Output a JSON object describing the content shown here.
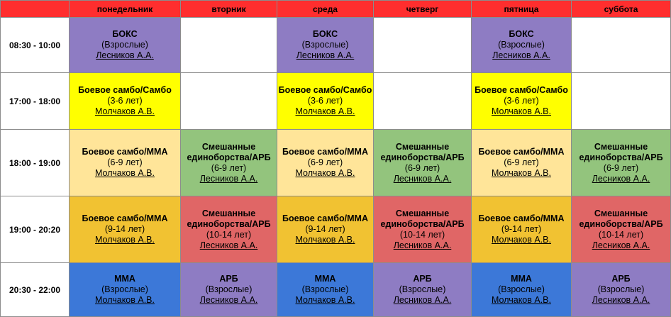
{
  "days": [
    "",
    "понедельник",
    "вторник",
    "среда",
    "четверг",
    "пятница",
    "суббота"
  ],
  "colors": {
    "header": "#ff2e2e",
    "box": "#8e7cc3",
    "sambo": "#ffff00",
    "mma_kids": "#ffe599",
    "mixed": "#93c47d",
    "mma_teen": "#f1c232",
    "mixed_teen": "#e06666",
    "mma_adult": "#3c78d8",
    "arb_adult": "#8e7cc3",
    "empty": "#ffffff"
  },
  "rows": [
    {
      "time": "08:30 - 10:00",
      "cells": [
        {
          "title": "БОКС",
          "age": "(Взрослые)",
          "coach": "Лесников А.А.",
          "color": "#8e7cc3"
        },
        {
          "title": "",
          "age": "",
          "coach": "",
          "color": "#ffffff"
        },
        {
          "title": "БОКС",
          "age": "(Взрослые)",
          "coach": "Лесников А.А.",
          "color": "#8e7cc3"
        },
        {
          "title": "",
          "age": "",
          "coach": "",
          "color": "#ffffff"
        },
        {
          "title": "БОКС",
          "age": "(Взрослые)",
          "coach": "Лесников А.А.",
          "color": "#8e7cc3"
        },
        {
          "title": "",
          "age": "",
          "coach": "",
          "color": "#ffffff"
        }
      ]
    },
    {
      "time": "17:00 - 18:00",
      "cells": [
        {
          "title": "Боевое самбо/Самбо",
          "age": "(3-6 лет)",
          "coach": "Молчаков А.В.",
          "color": "#ffff00"
        },
        {
          "title": "",
          "age": "",
          "coach": "",
          "color": "#ffffff"
        },
        {
          "title": "Боевое самбо/Самбо",
          "age": "(3-6 лет)",
          "coach": "Молчаков А.В.",
          "color": "#ffff00"
        },
        {
          "title": "",
          "age": "",
          "coach": "",
          "color": "#ffffff"
        },
        {
          "title": "Боевое самбо/Самбо",
          "age": "(3-6 лет)",
          "coach": "Молчаков А.В.",
          "color": "#ffff00"
        },
        {
          "title": "",
          "age": "",
          "coach": "",
          "color": "#ffffff"
        }
      ]
    },
    {
      "time": "18:00 - 19:00",
      "cells": [
        {
          "title": "Боевое самбо/ММА",
          "age": "(6-9 лет)",
          "coach": "Молчаков А.В.",
          "color": "#ffe599"
        },
        {
          "title": "Смешанные\nединоборства/АРБ",
          "age": "(6-9 лет)",
          "coach": "Лесников А.А.",
          "color": "#93c47d"
        },
        {
          "title": "Боевое самбо/ММА",
          "age": "(6-9 лет)",
          "coach": "Молчаков А.В.",
          "color": "#ffe599"
        },
        {
          "title": "Смешанные\nединоборства/АРБ",
          "age": "(6-9 лет)",
          "coach": "Лесников А.А.",
          "color": "#93c47d"
        },
        {
          "title": "Боевое самбо/ММА",
          "age": "(6-9 лет)",
          "coach": "Молчаков А.В.",
          "color": "#ffe599"
        },
        {
          "title": "Смешанные\nединоборства/АРБ",
          "age": "(6-9 лет)",
          "coach": "Лесников А.А.",
          "color": "#93c47d"
        }
      ]
    },
    {
      "time": "19:00 - 20:20",
      "cells": [
        {
          "title": "Боевое самбо/ММА",
          "age": "(9-14 лет)",
          "coach": "Молчаков А.В.",
          "color": "#f1c232"
        },
        {
          "title": "Смешанные\nединоборства/АРБ",
          "age": "(10-14 лет)",
          "coach": "Лесников А.А.",
          "color": "#e06666"
        },
        {
          "title": "Боевое самбо/ММА",
          "age": "(9-14 лет)",
          "coach": "Молчаков А.В.",
          "color": "#f1c232"
        },
        {
          "title": "Смешанные\nединоборства/АРБ",
          "age": "(10-14 лет)",
          "coach": "Лесников А.А.",
          "color": "#e06666"
        },
        {
          "title": "Боевое самбо/ММА",
          "age": "(9-14 лет)",
          "coach": "Молчаков А.В.",
          "color": "#f1c232"
        },
        {
          "title": "Смешанные\nединоборства/АРБ",
          "age": "(10-14 лет)",
          "coach": "Лесников А.А.",
          "color": "#e06666"
        }
      ]
    },
    {
      "time": "20:30 - 22:00",
      "cells": [
        {
          "title": "ММА",
          "age": "(Взрослые)",
          "coach": "Молчаков А.В.",
          "color": "#3c78d8"
        },
        {
          "title": "АРБ",
          "age": "(Взрослые)",
          "coach": "Лесников А.А.",
          "color": "#8e7cc3"
        },
        {
          "title": "ММА",
          "age": "(Взрослые)",
          "coach": "Молчаков А.В.",
          "color": "#3c78d8"
        },
        {
          "title": "АРБ",
          "age": "(Взрослые)",
          "coach": "Лесников А.А.",
          "color": "#8e7cc3"
        },
        {
          "title": "ММА",
          "age": "(Взрослые)",
          "coach": "Молчаков А.В.",
          "color": "#3c78d8"
        },
        {
          "title": "АРБ",
          "age": "(Взрослые)",
          "coach": "Лесников А.А.",
          "color": "#8e7cc3"
        }
      ]
    }
  ]
}
